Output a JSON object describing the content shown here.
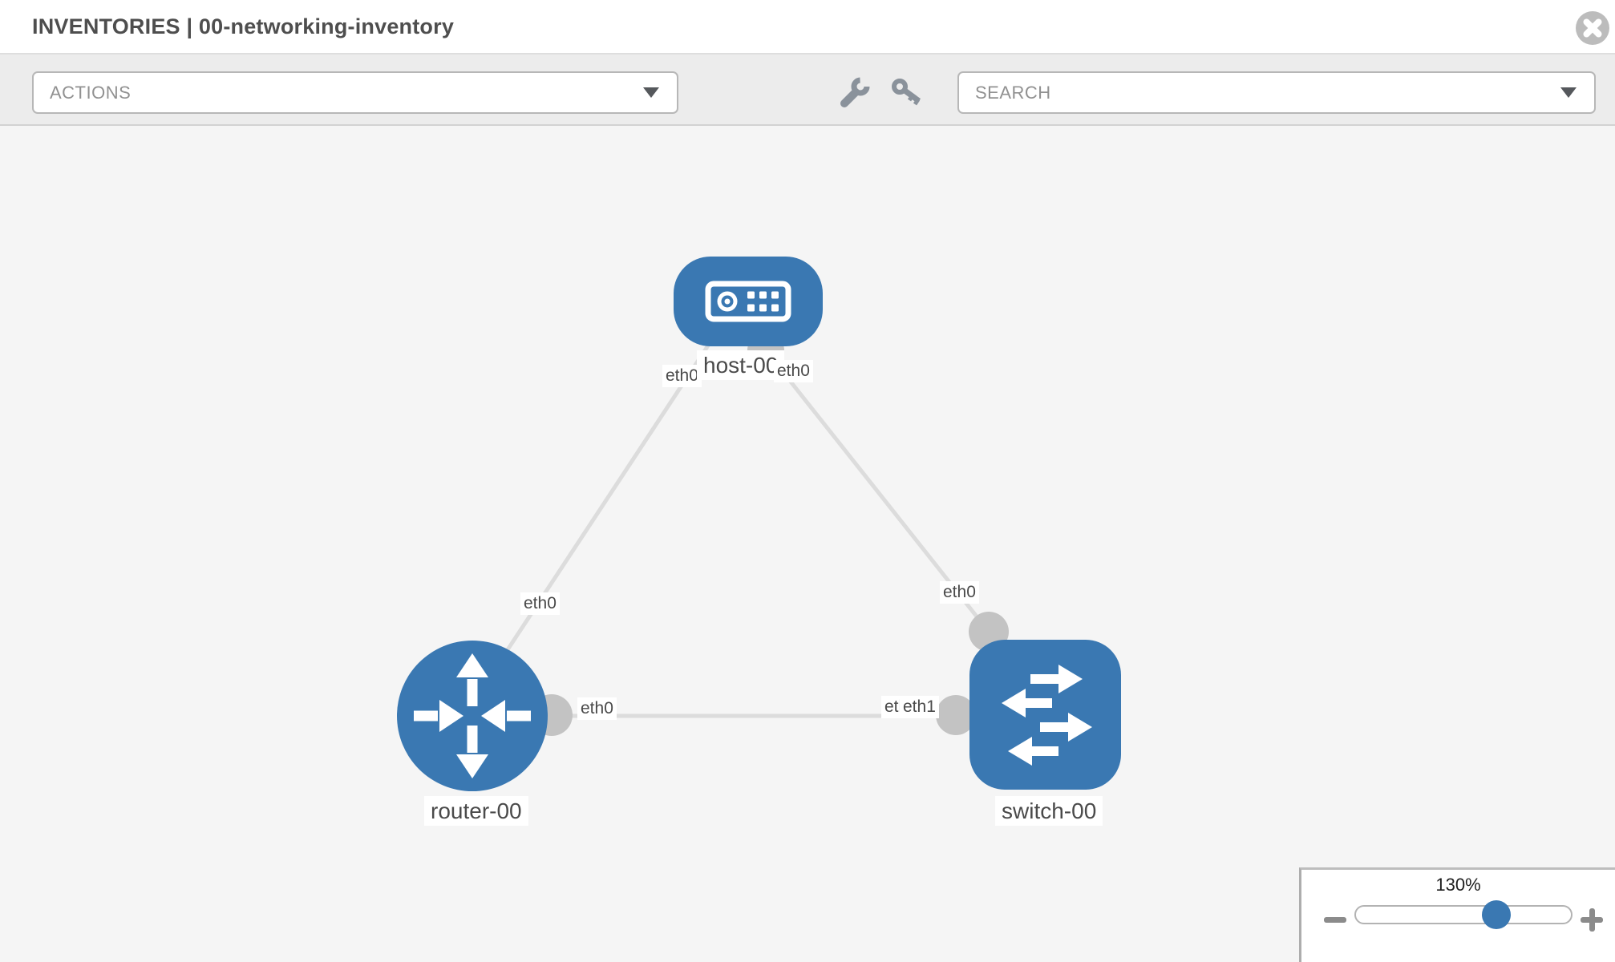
{
  "header": {
    "title": "INVENTORIES | 00-networking-inventory",
    "close_icon": "times-circle-icon"
  },
  "toolbar": {
    "actions_dropdown": {
      "value": "ACTIONS",
      "icon": "chevron-down-icon"
    },
    "tools": [
      {
        "icon": "wrench-icon"
      },
      {
        "icon": "key-icon"
      }
    ],
    "search_dropdown": {
      "value": "SEARCH",
      "icon": "chevron-down-icon"
    }
  },
  "graph": {
    "nodes": [
      {
        "id": "host-00",
        "label": "host-00",
        "type": "host",
        "shape": "rounded-rect",
        "icon": "server-icon"
      },
      {
        "id": "router-00",
        "label": "router-00",
        "type": "router",
        "shape": "circle",
        "icon": "router-arrows-icon"
      },
      {
        "id": "switch-00",
        "label": "switch-00",
        "type": "switch",
        "shape": "rounded-square",
        "icon": "switch-arrows-icon"
      }
    ],
    "edges": [
      {
        "from": "host-00",
        "to": "router-00"
      },
      {
        "from": "host-00",
        "to": "switch-00"
      },
      {
        "from": "router-00",
        "to": "switch-00"
      }
    ],
    "interfaces": [
      {
        "text": "eth0",
        "edge": "host-router",
        "end": "host"
      },
      {
        "text": "eth0",
        "edge": "host-switch",
        "end": "host"
      },
      {
        "text": "eth0",
        "edge": "host-router",
        "end": "router"
      },
      {
        "text": "eth0",
        "edge": "host-switch",
        "end": "switch"
      },
      {
        "text": "eth0",
        "edge": "router-switch",
        "end": "router"
      },
      {
        "text": "eth0",
        "edge": "router-switch",
        "end": "switch"
      },
      {
        "text": "eth1",
        "edge": "router-switch",
        "end": "switch"
      }
    ]
  },
  "zoom_control": {
    "level": "130%",
    "minus_icon": "minus-icon",
    "plus_icon": "plus-icon",
    "handle_position_pct": 64.5
  },
  "colors": {
    "node_blue": "#3a78b2",
    "edge_gray": "#dcdcdc",
    "endpoint_gray": "#c3c3c3",
    "canvas_bg": "#f5f5f5",
    "toolbar_bg": "#ececec"
  }
}
